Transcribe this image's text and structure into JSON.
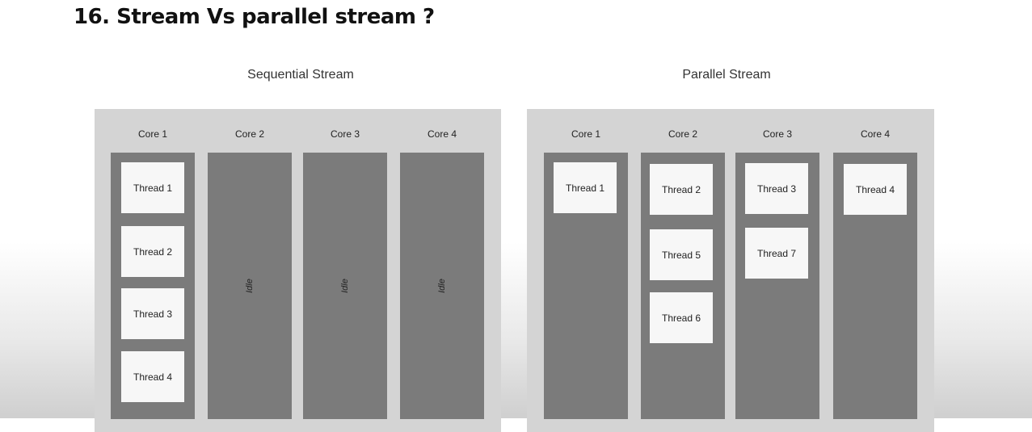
{
  "slide": {
    "title": "16. Stream Vs parallel stream ?"
  },
  "sequential": {
    "title": "Sequential Stream",
    "cores": [
      "Core 1",
      "Core 2",
      "Core 3",
      "Core 4"
    ],
    "threads": [
      "Thread 1",
      "Thread 2",
      "Thread 3",
      "Thread 4"
    ],
    "idle": [
      "Idle",
      "Idle",
      "Idle"
    ]
  },
  "parallel": {
    "title": "Parallel Stream",
    "cores": [
      "Core 1",
      "Core 2",
      "Core 3",
      "Core 4"
    ],
    "core1_threads": [
      "Thread 1"
    ],
    "core2_threads": [
      "Thread 2",
      "Thread 5",
      "Thread 6"
    ],
    "core3_threads": [
      "Thread 3",
      "Thread 7"
    ],
    "core4_threads": [
      "Thread 4"
    ]
  },
  "colors": {
    "panel_bg": "#d4d4d4",
    "core_bg": "#7b7b7b",
    "thread_bg": "#f7f7f7"
  }
}
